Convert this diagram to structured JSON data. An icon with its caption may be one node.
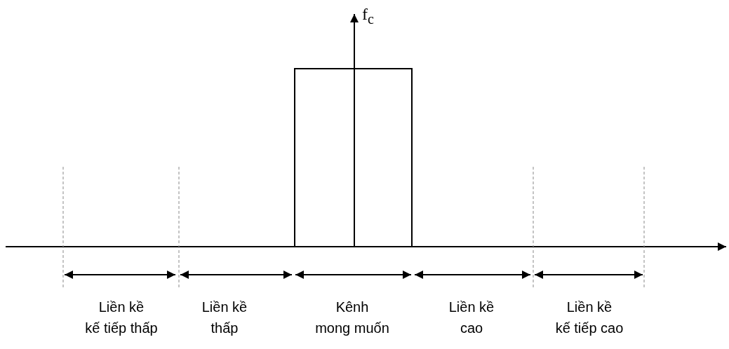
{
  "diagram": {
    "labels": [
      "f$_{c}$",
      "Liền kề kế tiếp thấp",
      "Liền kề thấp",
      "Kênh mong muốn",
      "Liền kề cao",
      "Liền kề kế tiếp cao"
    ]
  }
}
